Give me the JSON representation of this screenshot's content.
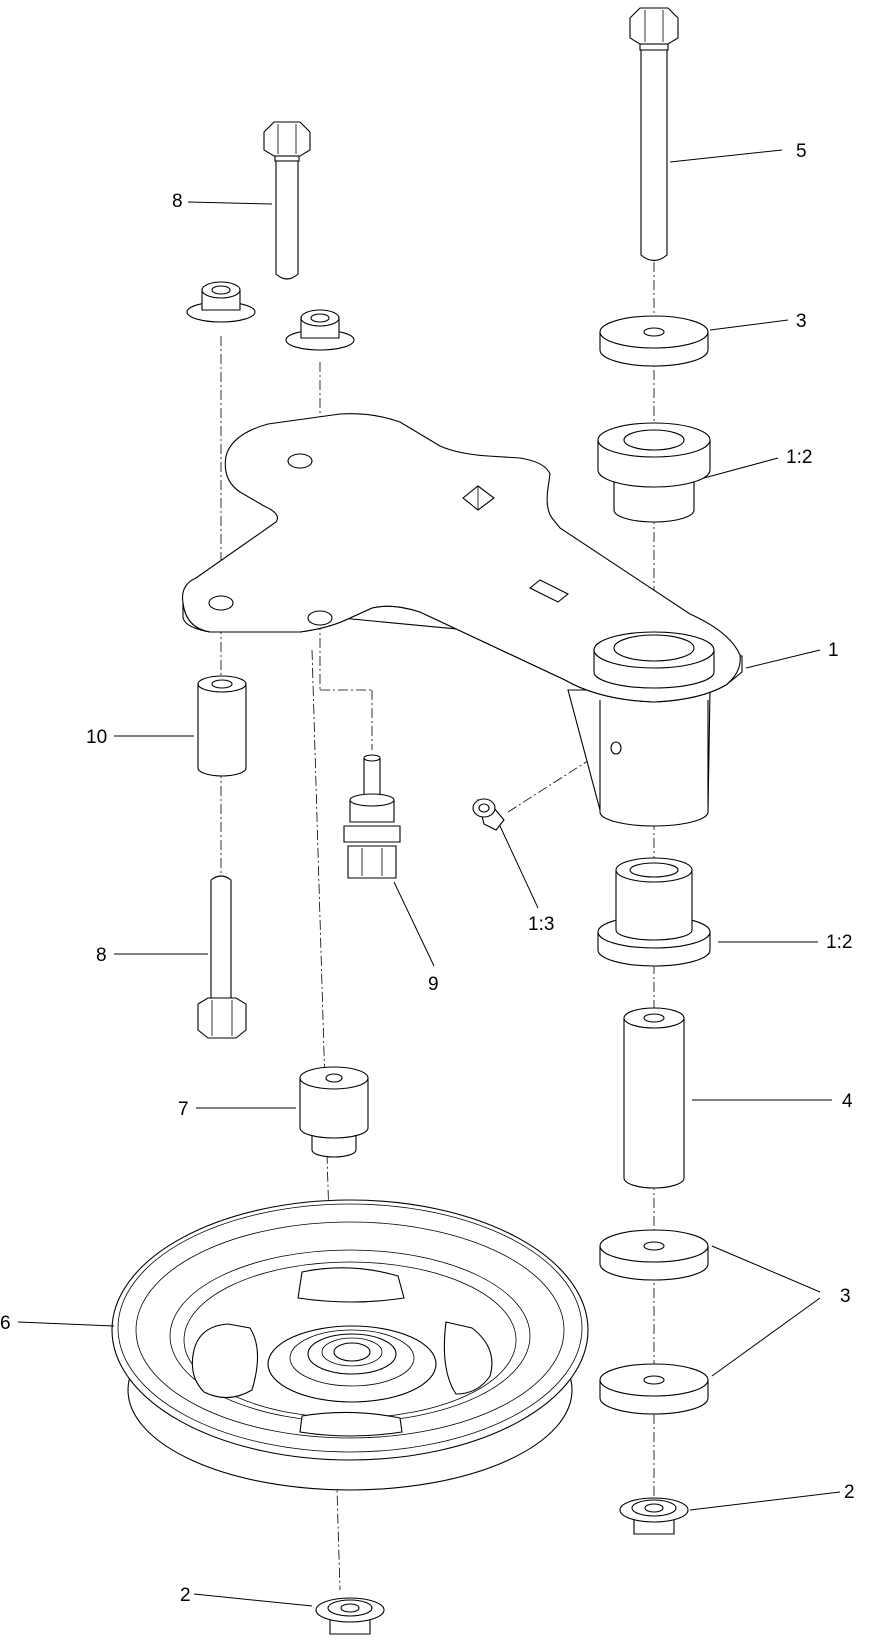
{
  "callouts": [
    {
      "id": "c-5",
      "text": "5"
    },
    {
      "id": "c-3a",
      "text": "3"
    },
    {
      "id": "c-12a",
      "text": "1:2"
    },
    {
      "id": "c-1",
      "text": "1"
    },
    {
      "id": "c-8a",
      "text": "8"
    },
    {
      "id": "c-10",
      "text": "10"
    },
    {
      "id": "c-13",
      "text": "1:3"
    },
    {
      "id": "c-9",
      "text": "9"
    },
    {
      "id": "c-8b",
      "text": "8"
    },
    {
      "id": "c-12b",
      "text": "1:2"
    },
    {
      "id": "c-4",
      "text": "4"
    },
    {
      "id": "c-7",
      "text": "7"
    },
    {
      "id": "c-3b",
      "text": "3"
    },
    {
      "id": "c-6",
      "text": "6"
    },
    {
      "id": "c-2a",
      "text": "2"
    },
    {
      "id": "c-2b",
      "text": "2"
    }
  ]
}
